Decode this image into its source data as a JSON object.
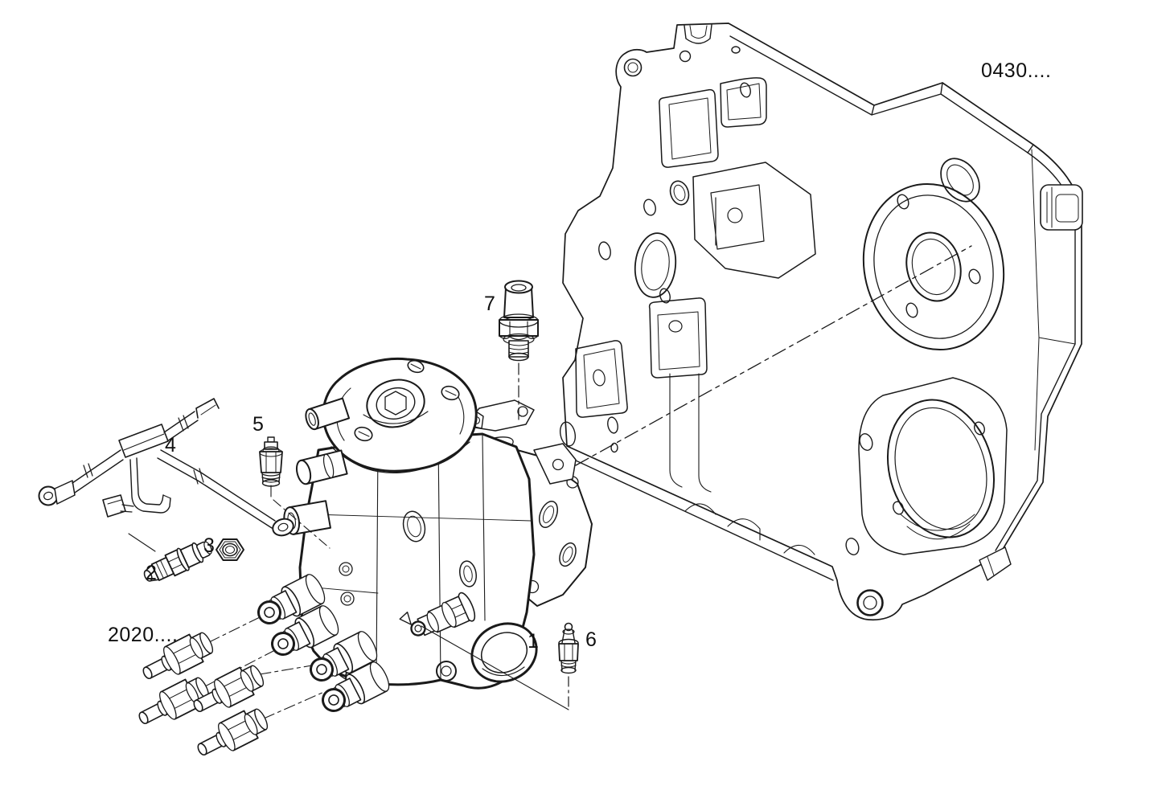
{
  "figure": {
    "background": "#ffffff",
    "line_color": "#1a1a1a",
    "codes": {
      "top_right": "0430....",
      "bottom_left": "2020...."
    },
    "callouts": [
      {
        "number": "1"
      },
      {
        "number": "2"
      },
      {
        "number": "3"
      },
      {
        "number": "4"
      },
      {
        "number": "5"
      },
      {
        "number": "6"
      },
      {
        "number": "7"
      }
    ]
  }
}
